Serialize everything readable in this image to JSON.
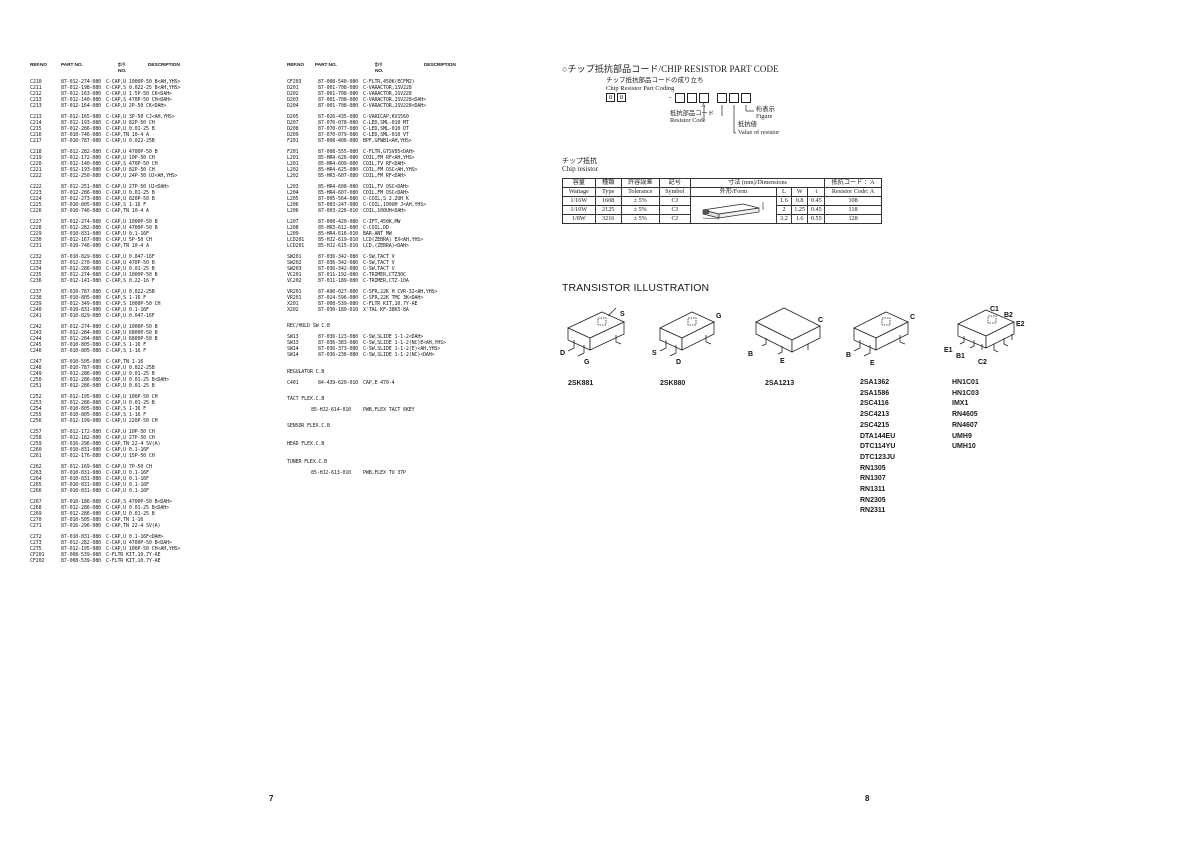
{
  "headers": {
    "ref": "REF.NO",
    "part": "PART NO.",
    "kana": "ｶﾝﾘ",
    "no": "NO.",
    "desc": "DESCRIPTION"
  },
  "col1": [
    [
      [
        "C210",
        "87-012-274-080",
        "C-CAP,U 1000P-50 B<AH,YHS>"
      ],
      [
        "C211",
        "87-012-198-080",
        "C-CAP,S 0.022-25 B<AH,YHS>"
      ],
      [
        "C212",
        "87-012-163-080",
        "C-CAP,U 1.5P-50 CK<DAH>"
      ],
      [
        "C213",
        "87-012-140-080",
        "C-CAP,S 470P-50 CH<DAH>"
      ],
      [
        "C213",
        "87-012-164-080",
        "C-CAP,U 2P-50 CK<DAH>"
      ]
    ],
    [
      [
        "C213",
        "87-012-165-080",
        "C-CAP,U 3P-50 CJ<AH,YHS>"
      ],
      [
        "C214",
        "87-012-193-080",
        "C-CAP,U 82P-50 CH"
      ],
      [
        "C215",
        "87-012-286-080",
        "C-CAP,U 0.01-25 B"
      ],
      [
        "C216",
        "87-010-746-080",
        "C-CAP,TN 10-4 A"
      ],
      [
        "C217",
        "87-010-787-080",
        "C-CAP,U 0.022-25B"
      ]
    ],
    [
      [
        "C218",
        "87-012-282-080",
        "C-CAP,U 4700P-50 B"
      ],
      [
        "C219",
        "87-012-172-080",
        "C-CAP,U 10P-50 CH"
      ],
      [
        "C220",
        "87-012-140-080",
        "C-CAP,S 470P-50 CH"
      ],
      [
        "C221",
        "87-012-193-080",
        "C-CAP,U 82P-50 CH"
      ],
      [
        "C222",
        "87-012-250-080",
        "C-CAP,U 24P-50 UJ<AH,YHS>"
      ]
    ],
    [
      [
        "C222",
        "87-012-251-080",
        "C-CAP,U 27P-50 UJ<DAH>"
      ],
      [
        "C223",
        "87-012-286-080",
        "C-CAP,U 0.01-25 B"
      ],
      [
        "C224",
        "87-012-273-080",
        "C-CAP,U 820P-50 B"
      ],
      [
        "C225",
        "87-010-805-080",
        "C-CAP,S 1-16 F"
      ],
      [
        "C226",
        "87-010-746-080",
        "C-CAP,TN 10-4 A"
      ]
    ],
    [
      [
        "C227",
        "87-012-274-080",
        "C-CAP,U 1000P-50 B"
      ],
      [
        "C228",
        "87-012-282-080",
        "C-CAP,U 4700P-50 B"
      ],
      [
        "C229",
        "87-010-831-080",
        "C-CAP,U 0.1-16F"
      ],
      [
        "C230",
        "87-012-167-080",
        "C-CAP,U 5P-50 CH"
      ],
      [
        "C231",
        "87-010-746-080",
        "C-CAP,TN 10-4 A"
      ]
    ],
    [
      [
        "C232",
        "87-010-829-080",
        "C-CAP,U 0.047-16F"
      ],
      [
        "C233",
        "87-012-270-080",
        "C-CAP,U 470P-50 B"
      ],
      [
        "C234",
        "87-012-286-080",
        "C-CAP,U 0.01-25 B"
      ],
      [
        "C235",
        "87-012-274-080",
        "C-CAP,U 1000P-50 B"
      ],
      [
        "C236",
        "87-012-141-080",
        "C-CAP,S 0.22-16 F"
      ]
    ],
    [
      [
        "C237",
        "87-010-787-080",
        "C-CAP,U 0.022-25B"
      ],
      [
        "C238",
        "87-010-805-080",
        "C-CAP,S 1-16 F"
      ],
      [
        "C239",
        "87-012-349-080",
        "C-CAP,S 1000P-50 CH"
      ],
      [
        "C240",
        "87-010-831-080",
        "C-CAP,U 0.1-16F"
      ],
      [
        "C241",
        "87-010-829-080",
        "C-CAP,U 0.047-16F"
      ]
    ],
    [
      [
        "C242",
        "87-012-274-080",
        "C-CAP,U 1000P-50 B"
      ],
      [
        "C243",
        "87-012-284-080",
        "C-CAP,U 6800P-50 B"
      ],
      [
        "C244",
        "87-012-284-080",
        "C-CAP,U 6800P-50 B"
      ],
      [
        "C245",
        "87-010-805-080",
        "C-CAP,S 1-16 F"
      ],
      [
        "C246",
        "87-010-805-080",
        "C-CAP,S 1-16 F"
      ]
    ],
    [
      [
        "C247",
        "87-010-505-080",
        "C-CAP,TN 1-16"
      ],
      [
        "C248",
        "87-010-787-080",
        "C-CAP,U 0.022-25B"
      ],
      [
        "C249",
        "87-012-286-080",
        "C-CAP,U 0.01-25 B"
      ],
      [
        "C250",
        "87-012-286-080",
        "C-CAP,U 0.01-25 B<DAH>"
      ],
      [
        "C251",
        "87-012-286-080",
        "C-CAP,U 0.01-25 B"
      ]
    ],
    [
      [
        "C252",
        "87-012-195-080",
        "C-CAP,U 100P-50 CH"
      ],
      [
        "C253",
        "87-012-286-080",
        "C-CAP,U 0.01-25 B"
      ],
      [
        "C254",
        "87-010-805-080",
        "C-CAP,S 1-16 F"
      ],
      [
        "C255",
        "87-010-805-080",
        "C-CAP,S 1-16 F"
      ],
      [
        "C256",
        "87-012-199-080",
        "C-CAP,U 220P-50 CH"
      ]
    ],
    [
      [
        "C257",
        "87-012-172-080",
        "C-CAP,U 10P-50 CH"
      ],
      [
        "C258",
        "87-012-182-080",
        "C-CAP,U 27P-50 CH"
      ],
      [
        "C259",
        "87-016-296-080",
        "C-CAP,TN 22-4 SV(A)"
      ],
      [
        "C260",
        "87-010-831-080",
        "C-CAP,U 0.1-16F"
      ],
      [
        "C261",
        "87-012-176-080",
        "C-CAP,U 15P-50 CH"
      ]
    ],
    [
      [
        "C262",
        "87-012-169-080",
        "C-CAP,U 7P-50 CH"
      ],
      [
        "C263",
        "87-010-831-080",
        "C-CAP,U 0.1-16F"
      ],
      [
        "C264",
        "87-010-831-080",
        "C-CAP,U 0.1-16F"
      ],
      [
        "C265",
        "87-010-831-080",
        "C-CAP,U 0.1-16F"
      ],
      [
        "C266",
        "87-010-831-080",
        "C-CAP,U 0.1-16F"
      ]
    ],
    [
      [
        "C267",
        "87-010-186-080",
        "C-CAP,S 4700P-50 B<DAH>"
      ],
      [
        "C268",
        "87-012-286-080",
        "C-CAP,U 0.01-25 B<DAH>"
      ],
      [
        "C269",
        "87-012-286-080",
        "C-CAP,U 0.01-25 B"
      ],
      [
        "C270",
        "87-010-505-080",
        "C-CAP,TN 1-16"
      ],
      [
        "C271",
        "87-016-296-080",
        "C-CAP,TN 22-4 SV(A)"
      ]
    ],
    [
      [
        "C272",
        "87-010-831-080",
        "C-CAP,U 0.1-16F<DAH>"
      ],
      [
        "C273",
        "87-012-282-080",
        "C-CAP,U 4700P-50 B<DAH>"
      ],
      [
        "C275",
        "87-012-195-080",
        "C-CAP,U 100P-50 CH<AH,YHS>"
      ],
      [
        "CF201",
        "87-008-539-080",
        "C-FLTR KIT,10.7Y-AE"
      ],
      [
        "CF202",
        "87-008-539-080",
        "C-FLTR KIT,10.7Y-AE"
      ]
    ]
  ],
  "col2": [
    [
      [
        "CF203",
        "87-008-540-080",
        "C-FLTR,450K(ECFM2)"
      ],
      [
        "D201",
        "87-001-708-080",
        "C-VARACTOR,1SV228"
      ],
      [
        "D202",
        "87-001-708-080",
        "C-VARACTOR,1SV228"
      ],
      [
        "D203",
        "87-001-708-080",
        "C-VARACTOR,1SV228<DAH>"
      ],
      [
        "D204",
        "87-001-708-080",
        "C-VARACTOR,1SV228<DAH>"
      ]
    ],
    [
      [
        "D205",
        "87-026-435-080",
        "C-VARICAP,KV1560"
      ],
      [
        "D207",
        "87-070-078-080",
        "C-LED,SML-010 MT"
      ],
      [
        "D208",
        "87-070-077-080",
        "C-LED,SML-010 DT"
      ],
      [
        "D209",
        "87-070-079-080",
        "C-LED,SML-010 VT"
      ],
      [
        "F201",
        "87-008-406-080",
        "BPF,GFWB1<AH,YHS>"
      ]
    ],
    [
      [
        "F201",
        "87-008-555-080",
        "C-FLTR,GTSV05<DAH>"
      ],
      [
        "L201",
        "85-HR4-626-080",
        "COIL,FM RF<AH,YHS>"
      ],
      [
        "L201",
        "85-HR4-609-080",
        "COIL,TV RF<DAH>"
      ],
      [
        "L202",
        "85-HR4-625-080",
        "COIL,FM OSC<AH,YHS>"
      ],
      [
        "L202",
        "85-HR3-607-080",
        "COIL,FM RF<DAH>"
      ]
    ],
    [
      [
        "L203",
        "85-HR4-608-080",
        "COIL,TV OSC<DAH>"
      ],
      [
        "L204",
        "85-HR4-607-080",
        "COIL,FM OSC<DAH>"
      ],
      [
        "L205",
        "87-005-564-080",
        "C-COIL,S 2.2UH K"
      ],
      [
        "L206",
        "87-003-247-080",
        "C-COIL,100UH J<AH,YHS>"
      ],
      [
        "L206",
        "87-003-226-010",
        "COIL,100UH<DAH>"
      ]
    ],
    [
      [
        "L207",
        "87-008-420-080",
        "C-IFT,450K,MW"
      ],
      [
        "L208",
        "85-HR3-612-080",
        "C-COIL,DD"
      ],
      [
        "L209",
        "85-HR4-616-010",
        "BAR-ANT MW"
      ],
      [
        "LCD201",
        "85-HJ2-619-010",
        "LCD(ZEBRA) EX<AH,YHS>"
      ],
      [
        "LCD201",
        "85-HJ2-615-010",
        "LCD,(ZEBRA)<DAH>"
      ]
    ],
    [
      [
        "SW201",
        "87-036-342-080",
        "C-SW,TACT V"
      ],
      [
        "SW202",
        "87-036-342-080",
        "C-SW,TACT V"
      ],
      [
        "SW203",
        "87-036-342-080",
        "C-SW,TACT V"
      ],
      [
        "VC201",
        "87-011-192-080",
        "C-TRIMER,CTZ30C"
      ],
      [
        "VC202",
        "87-011-189-080",
        "C-TRIMER,CTZ-10A"
      ]
    ],
    [
      [
        "VR201",
        "87-A90-027-080",
        "C-SFR,22K H CVR-32<AH,YHS>"
      ],
      [
        "VR201",
        "87-024-596-080",
        "C-SFR,22K TMC 3K<DAH>"
      ],
      [
        "X201",
        "87-008-539-080",
        "C-FLTR KIT,10.7Y-AE"
      ],
      [
        "X202",
        "87-030-180-010",
        "X'TAL KF-38K5-8A"
      ]
    ]
  ],
  "col2_sections": [
    {
      "title": "REC/HOLD SW C.B",
      "rows": [
        [
          "SW13",
          "87-036-123-080",
          "C-SW,SLIDE 1-1-2<DAH>"
        ],
        [
          "SW13",
          "87-036-383-080",
          "C-SW,SLIDE 1-1-2(NC)E<AH,YHS>"
        ],
        [
          "SW14",
          "87-036-373-080",
          "C-SW,SLIDE 1-1-2(E)<AH,YHS>"
        ],
        [
          "SW14",
          "87-036-236-080",
          "C-SW,SLIDE 1-1-2(NC)<DAH>"
        ]
      ]
    },
    {
      "title": "REGULATOR C.B",
      "rows": [
        [
          "C401",
          "84-439-620-010",
          "CAP,E 470-4"
        ]
      ]
    },
    {
      "title": "TACT FLEX.C.B",
      "rows": [
        [
          "",
          "85-HJ2-614-010",
          "PWB,FLEX TACT 6KEY"
        ]
      ]
    },
    {
      "title": "SENSOR FLEX.C.B",
      "rows": []
    },
    {
      "title": "HEAD FLEX.C.B",
      "rows": []
    },
    {
      "title": "TUNER FLEX.C.B",
      "rows": [
        [
          "",
          "85-HJ2-613-010",
          "PWB,FLEX TU 37P"
        ]
      ]
    }
  ],
  "page_numbers": {
    "left": "7",
    "right": "8"
  },
  "chip": {
    "title": "○チップ抵抗部品コード/CHIP RESISTOR PART CODE",
    "code_title_jp": "チップ抵抗部品コードの成り立ち",
    "code_title_en": "Chip Resistor Part Coding",
    "box1": "8",
    "box2": "8",
    "dash": "-",
    "label_a": "A",
    "label_resistor_jp": "抵抗部品コード",
    "label_resistor_en": "Resistor Code",
    "label_figure_jp": "桁表示",
    "label_figure_en": "Figure",
    "label_value_jp": "抵抗値",
    "label_value_en": "Value of resistor",
    "sub_jp": "チップ抵抗",
    "sub_en": "Chip resistor",
    "table": {
      "h_wattage_jp": "容量",
      "h_wattage_en": "Wattage",
      "h_type_jp": "種類",
      "h_type_en": "Type",
      "h_tol_jp": "許容誤差",
      "h_tol_en": "Tolerance",
      "h_sym_jp": "記号",
      "h_sym_en": "Symbol",
      "h_dim": "寸法 (mm)/Dimensions",
      "h_form": "外形/Form",
      "h_l": "L",
      "h_w": "W",
      "h_t": "t",
      "h_code_jp": "抵抗コード ：A",
      "h_code_en": "Resistor Code: A",
      "rows": [
        [
          "1/16W",
          "1608",
          "± 5%",
          "CJ",
          "1.6",
          "0.8",
          "0.45",
          "108"
        ],
        [
          "1/10W",
          "2125",
          "± 5%",
          "CJ",
          "2",
          "1.25",
          "0.45",
          "118"
        ],
        [
          "1/8W",
          "3216",
          "± 5%",
          "CJ",
          "3.2",
          "1.6",
          "0.55",
          "128"
        ]
      ]
    }
  },
  "transistor": {
    "title": "TRANSISTOR ILLUSTRATION",
    "pins": {
      "s": "S",
      "g": "G",
      "d": "D",
      "c": "C",
      "b": "B",
      "e": "E",
      "c1": "C1",
      "b2": "B2",
      "e2": "E2",
      "e1": "E1",
      "b1": "B1",
      "c2": "C2"
    },
    "label_1": "2SK881",
    "label_2": "2SK880",
    "label_3": "2SA1213",
    "list_4": [
      "2SA1362",
      "2SA1586",
      "2SC4116",
      "2SC4213",
      "2SC4215",
      "DTA144EU",
      "DTC114YU",
      "DTC123JU",
      "RN1305",
      "RN1307",
      "RN1311",
      "RN2305",
      "RN2311"
    ],
    "list_5": [
      "HN1C01",
      "HN1C03",
      "IMX1",
      "RN4605",
      "RN4607",
      "UMH9",
      "UMH10"
    ]
  }
}
